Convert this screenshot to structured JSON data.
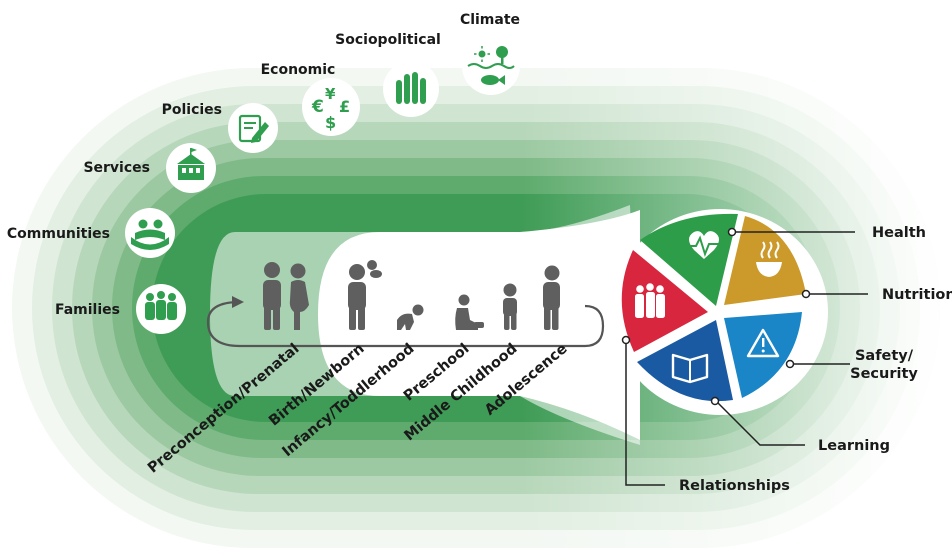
{
  "colors": {
    "green": "#2f9e4f",
    "health": "#2e9d4a",
    "nutrition": "#cc9a2b",
    "safety": "#1a86c8",
    "learning": "#1a5aa3",
    "relationships": "#d8263e",
    "people": "#5f5f5f"
  },
  "contexts": [
    {
      "label": "Families",
      "icon": "family-icon"
    },
    {
      "label": "Communities",
      "icon": "community-hands-icon"
    },
    {
      "label": "Services",
      "icon": "building-icon"
    },
    {
      "label": "Policies",
      "icon": "document-pen-icon"
    },
    {
      "label": "Economic",
      "icon": "currency-icon"
    },
    {
      "label": "Sociopolitical",
      "icon": "raised-hands-icon"
    },
    {
      "label": "Climate",
      "icon": "sun-tree-fish-icon"
    }
  ],
  "stages": [
    "Preconception/Prenatal",
    "Birth/Newborn",
    "Infancy/Toddlerhood",
    "Preschool",
    "Middle Childhood",
    "Adolescence"
  ],
  "domains": [
    {
      "label": "Health",
      "icon": "heart-pulse-icon"
    },
    {
      "label": "Nutrition",
      "icon": "bowl-icon"
    },
    {
      "label": "Safety/",
      "label2": "Security",
      "icon": "warning-icon"
    },
    {
      "label": "Learning",
      "icon": "book-icon"
    },
    {
      "label": "Relationships",
      "icon": "family-icon"
    }
  ]
}
